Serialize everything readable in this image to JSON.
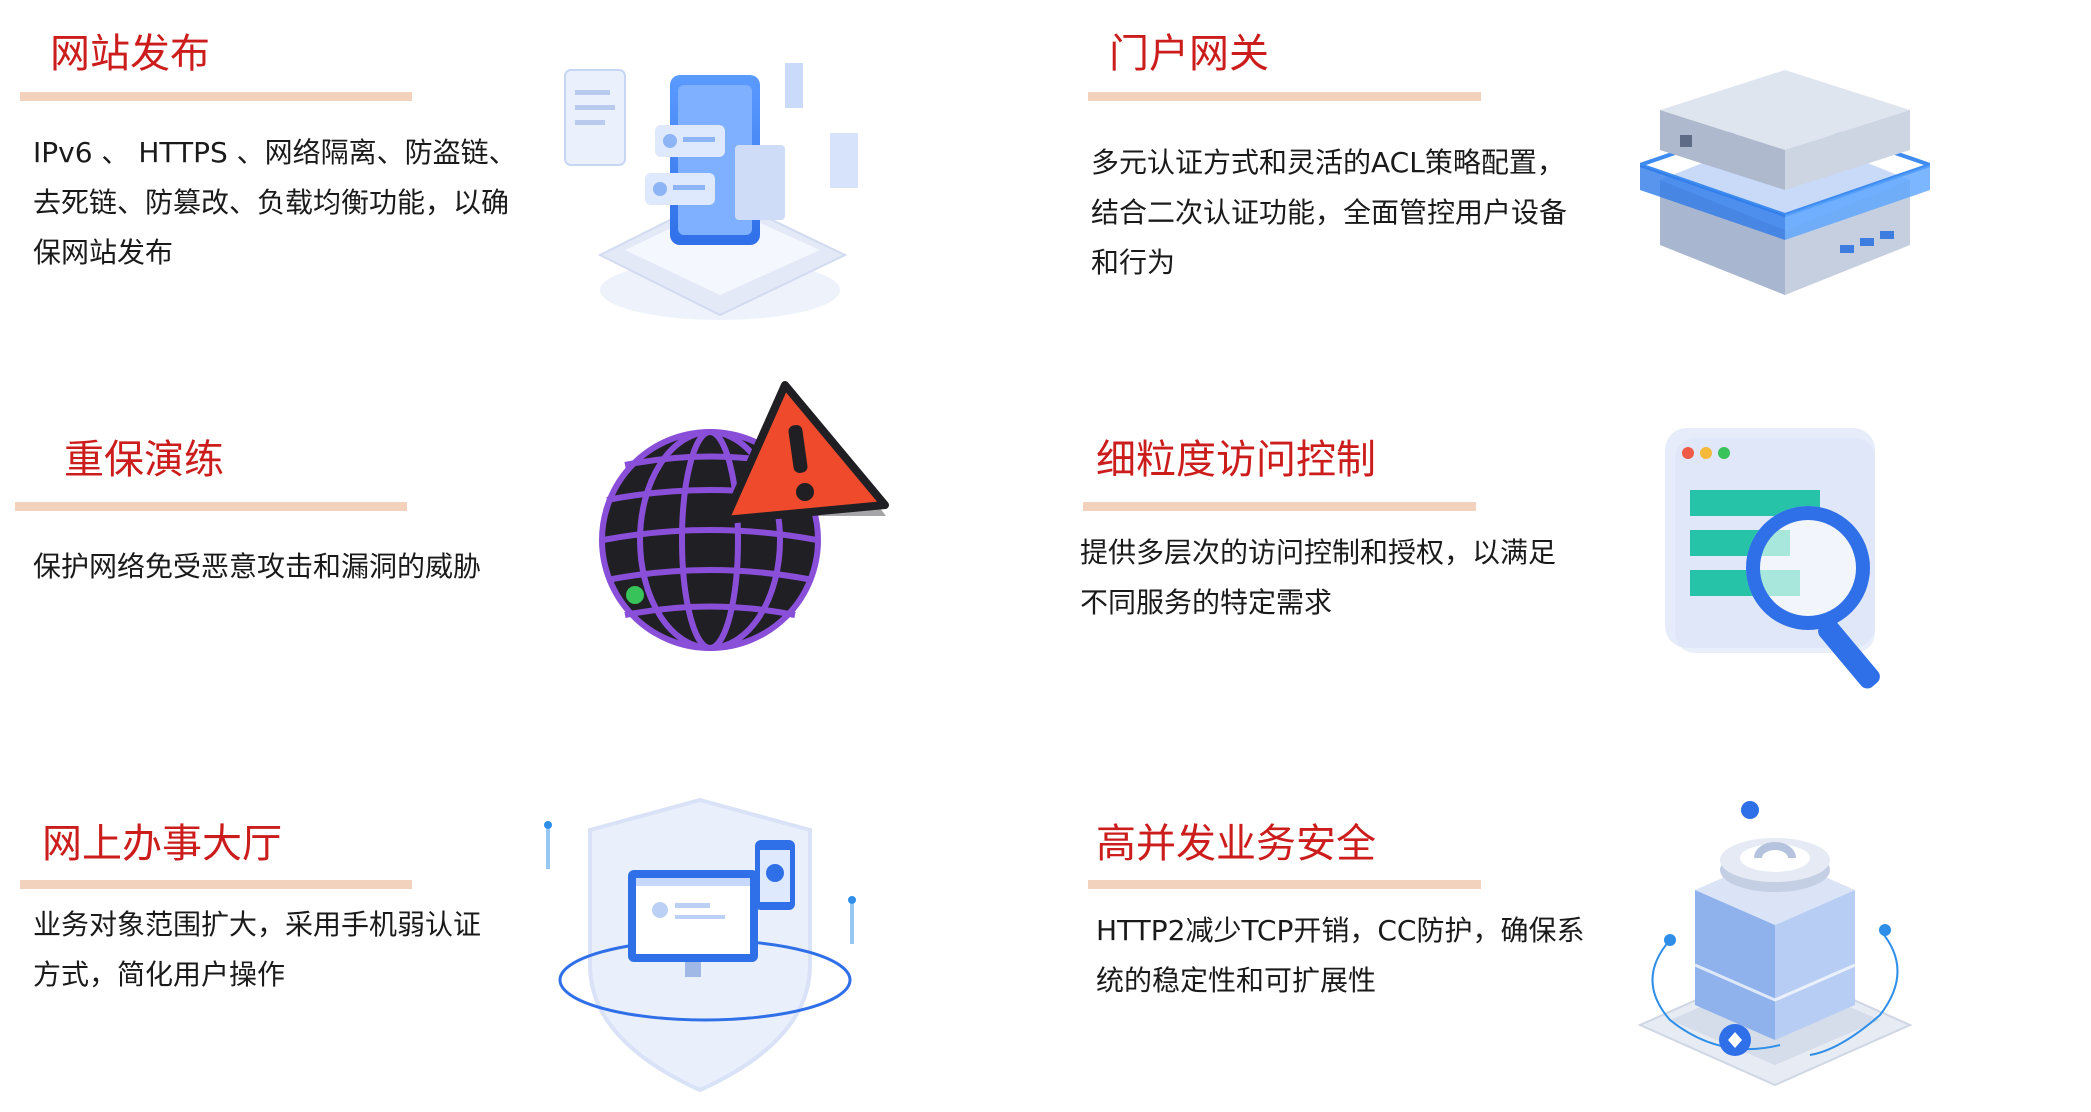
{
  "features": [
    {
      "id": "website-publish",
      "title": "网站发布",
      "lines": [
        "IPv6 、 HTTPS 、网络隔离、防盗链、",
        "去死链、防篡改、负载均衡功能，以确",
        "保网站发布"
      ],
      "icon": "mobile-app-icon"
    },
    {
      "id": "portal-gateway",
      "title": "门户网关",
      "lines": [
        "多元认证方式和灵活的ACL策略配置，",
        "结合二次认证功能，全面管控用户设备",
        "和行为"
      ],
      "icon": "server-icon"
    },
    {
      "id": "security-drill",
      "title": "重保演练",
      "lines": [
        "保护网络免受恶意攻击和漏洞的威胁"
      ],
      "icon": "globe-warning-icon"
    },
    {
      "id": "fine-access-control",
      "title": "细粒度访问控制",
      "lines": [
        "提供多层次的访问控制和授权，以满足",
        "不同服务的特定需求"
      ],
      "icon": "magnifier-window-icon"
    },
    {
      "id": "online-service-hall",
      "title": "网上办事大厅",
      "lines": [
        "业务对象范围扩大，采用手机弱认证",
        "方式，简化用户操作"
      ],
      "icon": "shield-monitor-icon"
    },
    {
      "id": "high-concurrency-security",
      "title": "高并发业务安全",
      "lines": [
        "HTTP2减少TCP开销，CC防护，确保系",
        "统的稳定性和可扩展性"
      ],
      "icon": "concurrency-platform-icon"
    }
  ],
  "colors": {
    "title": "#cc1d1d",
    "rule": "#f2d2bc",
    "text": "#1a1a1a",
    "accent": "#2f6fe8",
    "alert": "#f04a2c",
    "globe": "#8a4fd8"
  }
}
